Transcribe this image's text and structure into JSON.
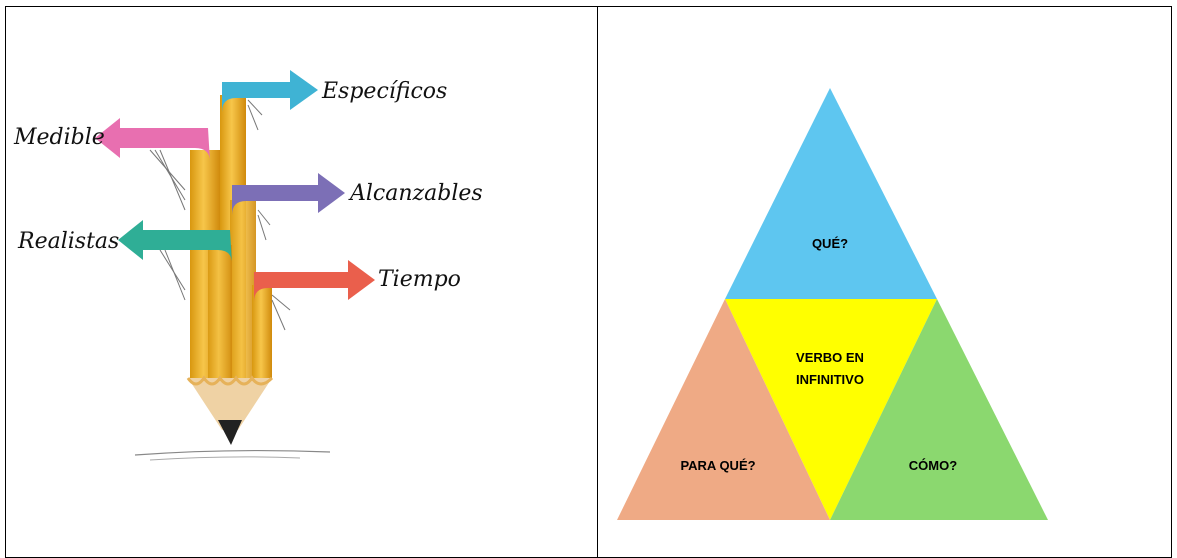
{
  "smart_diagram": {
    "items": [
      {
        "label": "Específicos",
        "color": "#3fb3d4"
      },
      {
        "label": "Medible",
        "color": "#e86fb0"
      },
      {
        "label": "Alcanzables",
        "color": "#7c6fb6"
      },
      {
        "label": "Realistas",
        "color": "#2fae96"
      },
      {
        "label": "Tiempo",
        "color": "#ea5f4c"
      }
    ]
  },
  "triangle_diagram": {
    "top_label": "QUÉ?",
    "center_label_line1": "VERBO EN",
    "center_label_line2": "INFINITIVO",
    "left_label": "PARA QUÉ?",
    "right_label": "CÓMO?",
    "colors": {
      "top": "#5ec6f0",
      "center": "#ffff00",
      "left": "#efaa85",
      "right": "#8bd86f"
    }
  }
}
